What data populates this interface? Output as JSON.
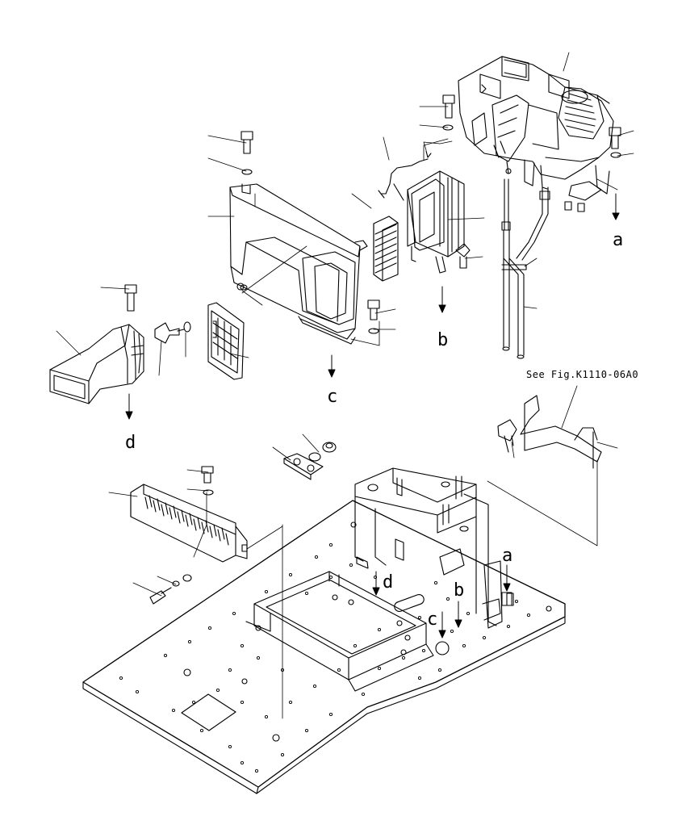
{
  "reference_note": "See Fig.K1110-06A0",
  "arrow_labels": {
    "a_upper": "a",
    "b_upper": "b",
    "c_upper": "c",
    "d_upper": "d",
    "a_lower": "a",
    "b_lower": "b",
    "c_lower": "c",
    "d_lower": "d"
  },
  "colors": {
    "line": "#000000",
    "background": "#ffffff"
  }
}
